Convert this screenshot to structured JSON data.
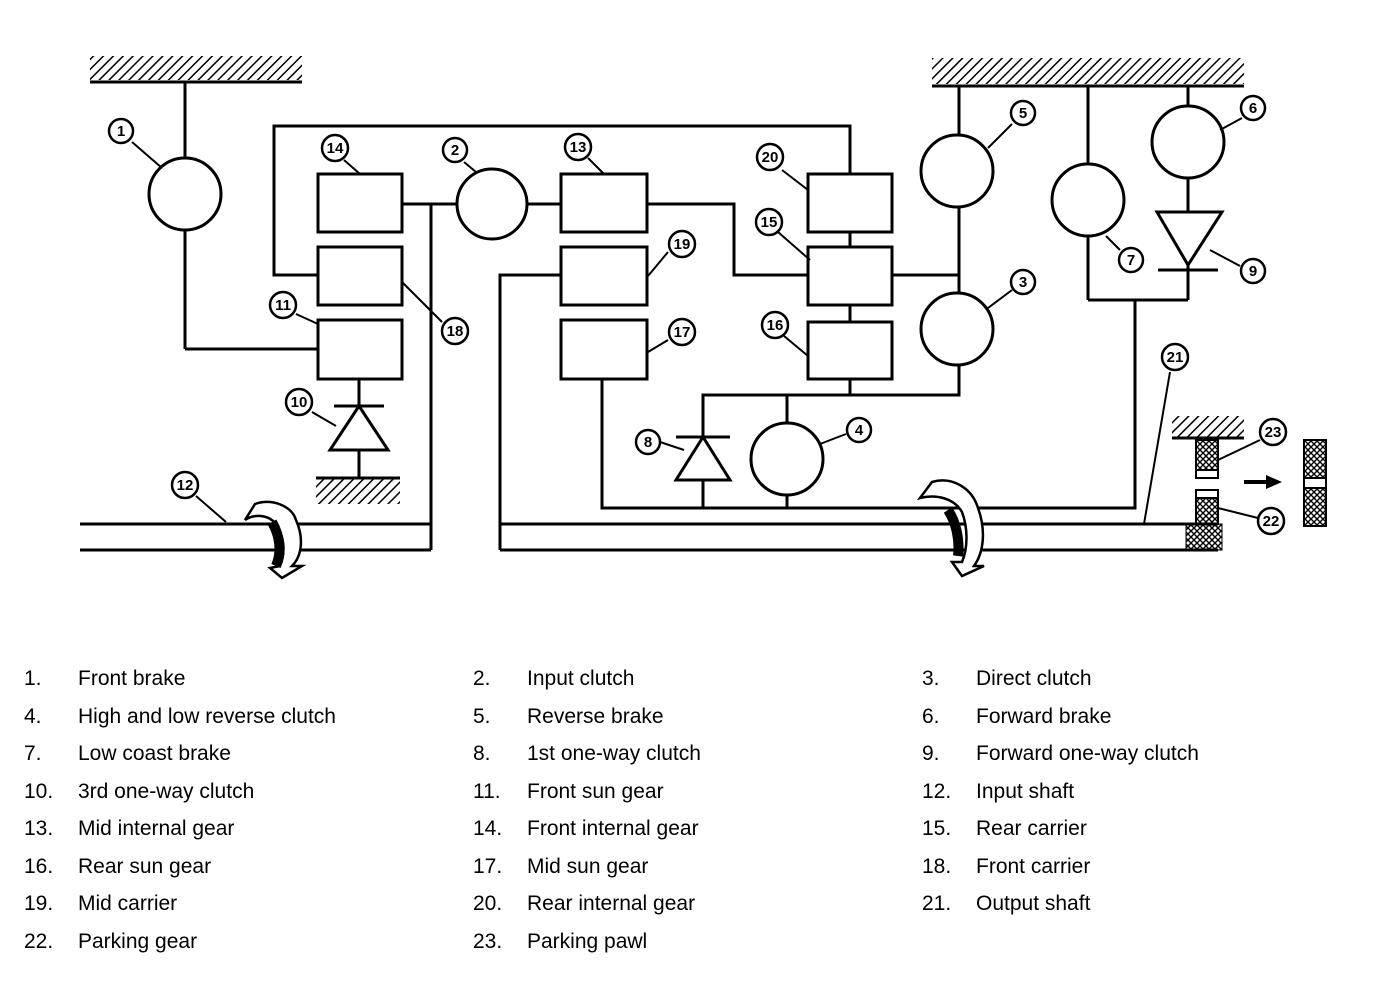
{
  "diagram": {
    "callouts": [
      "1",
      "2",
      "3",
      "4",
      "5",
      "6",
      "7",
      "8",
      "9",
      "10",
      "11",
      "12",
      "13",
      "14",
      "15",
      "16",
      "17",
      "18",
      "19",
      "20",
      "21",
      "22",
      "23"
    ]
  },
  "legend": [
    [
      {
        "num": "1.",
        "label": "Front brake"
      },
      {
        "num": "2.",
        "label": "Input clutch"
      },
      {
        "num": "3.",
        "label": "Direct clutch"
      }
    ],
    [
      {
        "num": "4.",
        "label": "High and low reverse clutch"
      },
      {
        "num": "5.",
        "label": "Reverse brake"
      },
      {
        "num": "6.",
        "label": "Forward brake"
      }
    ],
    [
      {
        "num": "7.",
        "label": "Low coast brake"
      },
      {
        "num": "8.",
        "label": "1st one-way clutch"
      },
      {
        "num": "9.",
        "label": "Forward one-way clutch"
      }
    ],
    [
      {
        "num": "10.",
        "label": "3rd one-way clutch"
      },
      {
        "num": "11.",
        "label": "Front sun gear"
      },
      {
        "num": "12.",
        "label": "Input shaft"
      }
    ],
    [
      {
        "num": "13.",
        "label": "Mid internal gear"
      },
      {
        "num": "14.",
        "label": "Front internal gear"
      },
      {
        "num": "15.",
        "label": "Rear carrier"
      }
    ],
    [
      {
        "num": "16.",
        "label": "Rear sun gear"
      },
      {
        "num": "17.",
        "label": "Mid sun gear"
      },
      {
        "num": "18.",
        "label": "Front carrier"
      }
    ],
    [
      {
        "num": "19.",
        "label": "Mid carrier"
      },
      {
        "num": "20.",
        "label": "Rear internal gear"
      },
      {
        "num": "21.",
        "label": "Output shaft"
      }
    ],
    [
      {
        "num": "22.",
        "label": "Parking gear"
      },
      {
        "num": "23.",
        "label": "Parking pawl"
      }
    ]
  ]
}
